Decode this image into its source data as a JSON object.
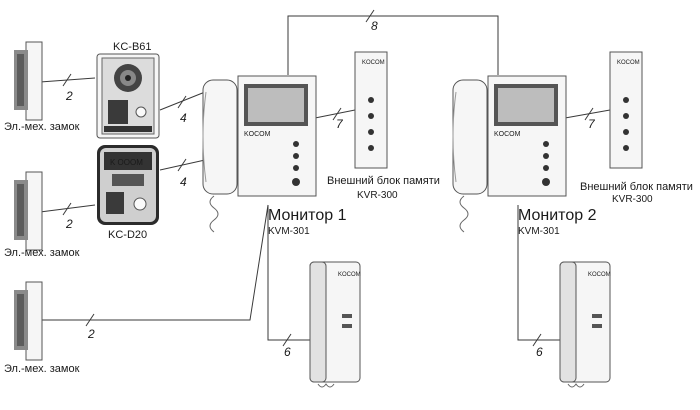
{
  "locks": [
    {
      "label": "Эл.-мех. замок",
      "wire": "2"
    },
    {
      "label": "Эл.-мех. замок",
      "wire": "2"
    },
    {
      "label": "Эл.-мех. замок",
      "wire": "2"
    }
  ],
  "panels": {
    "top": {
      "model": "KC-B61",
      "wire": "4"
    },
    "bottom": {
      "model": "KC-D20",
      "brand": "K OOOM",
      "wire": "4"
    }
  },
  "monitors": [
    {
      "name": "Монитор 1",
      "model": "KVM-301",
      "brand": "KOCOM",
      "wire_to_memory": "7",
      "wire_to_handset": "6"
    },
    {
      "name": "Монитор 2",
      "model": "KVM-301",
      "brand": "KOCOM",
      "wire_to_memory": "7",
      "wire_to_handset": "6"
    }
  ],
  "memory_units": [
    {
      "title": "Внешний блок памяти",
      "model": "KVR-300",
      "brand": "KOCOM"
    },
    {
      "title": "Внешний блок памяти",
      "model": "KVR-300",
      "brand": "KOCOM"
    }
  ],
  "handsets": [
    {
      "brand": "KOCOM"
    },
    {
      "brand": "KOCOM"
    }
  ],
  "interlink": {
    "wire": "8"
  }
}
